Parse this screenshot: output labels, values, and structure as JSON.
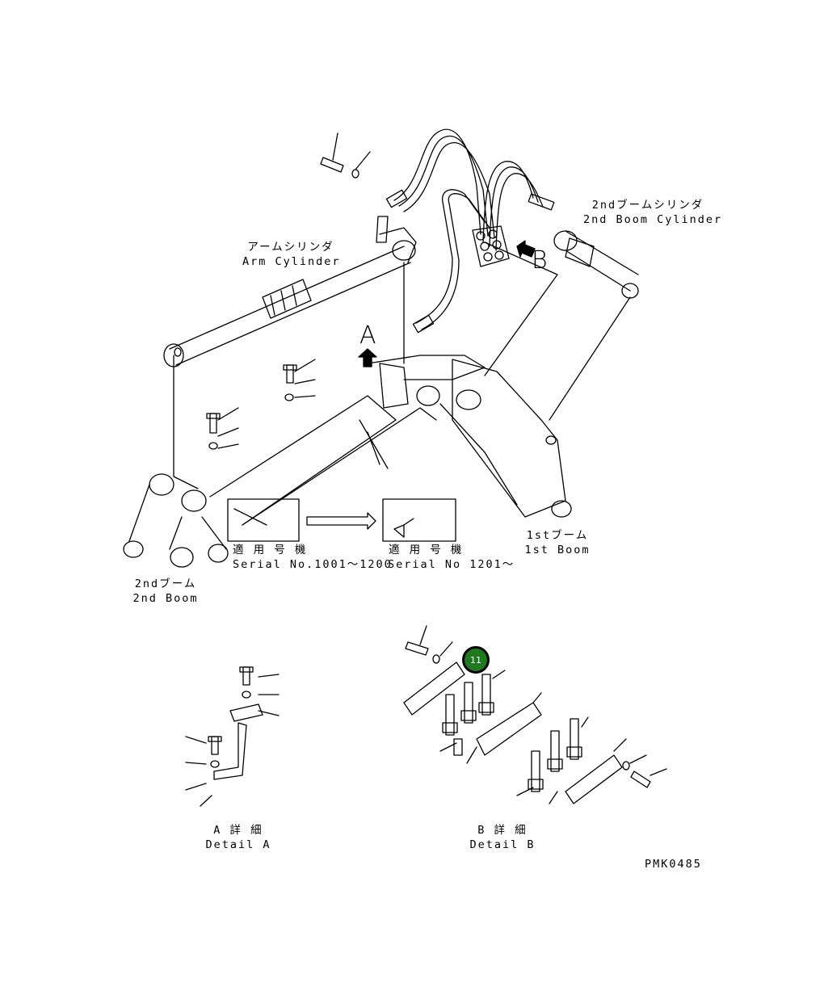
{
  "labels": {
    "second_boom_cylinder_jp": "2ndブームシリンダ",
    "second_boom_cylinder_en": "2nd Boom Cylinder",
    "arm_cylinder_jp": "アームシリンダ",
    "arm_cylinder_en": "Arm Cylinder",
    "view_a": "A",
    "view_b": "B",
    "applicable_jp_1": "適 用 号 機",
    "serial_1": "Serial No.1001～1200",
    "applicable_jp_2": "適 用 号 機",
    "serial_2": "Serial No 1201～",
    "first_boom_jp": "1stブーム",
    "first_boom_en": "1st Boom",
    "second_boom_jp": "2ndブーム",
    "second_boom_en": "2nd Boom",
    "detail_a_jp": "A 詳 細",
    "detail_a_en": "Detail A",
    "detail_b_jp": "B 詳 細",
    "detail_b_en": "Detail B",
    "drawing_code": "PMK0485"
  },
  "callout": {
    "number": "11",
    "color": "#1f7a1f"
  }
}
